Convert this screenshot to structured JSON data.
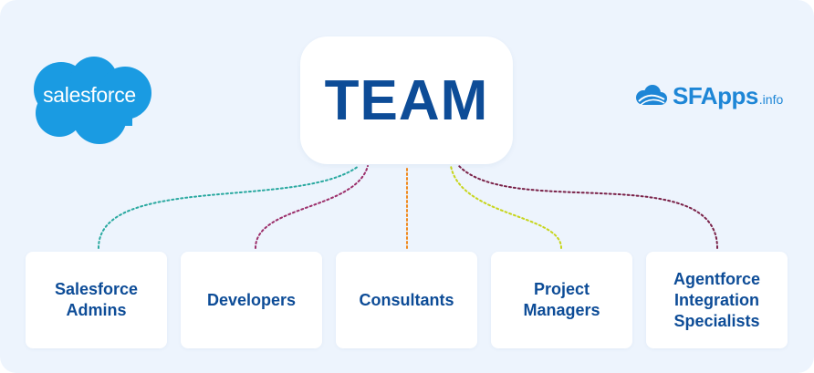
{
  "diagram": {
    "root": "TEAM",
    "roles": [
      {
        "label": "Salesforce\nAdmins",
        "color": "#2aa9a0"
      },
      {
        "label": "Developers",
        "color": "#9c2f6b"
      },
      {
        "label": "Consultants",
        "color": "#f08a1e"
      },
      {
        "label": "Project\nManagers",
        "color": "#c7d51c"
      },
      {
        "label": "Agentforce\nIntegration\nSpecialists",
        "color": "#7a2148"
      }
    ]
  },
  "logos": {
    "salesforce": {
      "text": "salesforce",
      "color": "#1a9be2"
    },
    "sfapps": {
      "main": "SFApps",
      "suffix": ".info",
      "color": "#1e86d6"
    }
  }
}
